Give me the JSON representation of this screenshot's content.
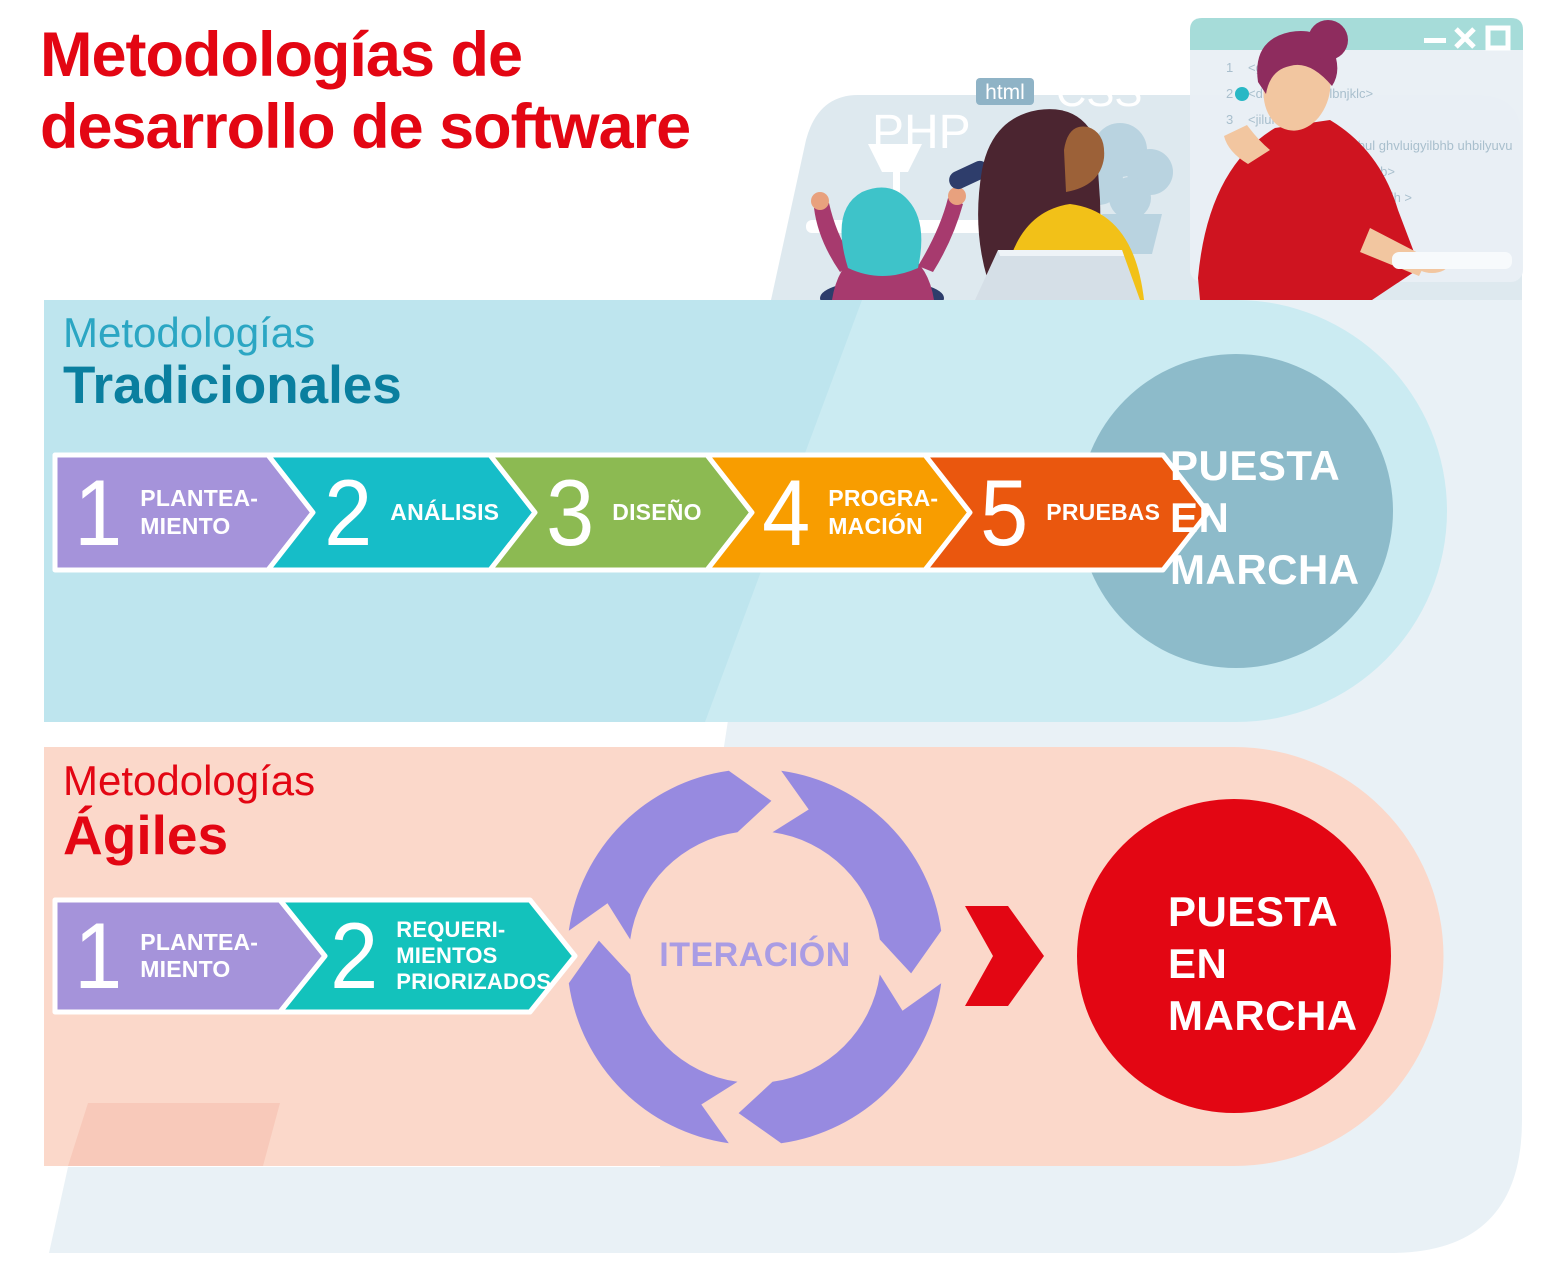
{
  "title": {
    "line1": "Metodologías de",
    "line2": "desarrollo de software"
  },
  "illustration": {
    "php_label": "PHP",
    "css_label": "CSS",
    "html_label": "html",
    "window": {
      "code_lines": [
        {
          "num": "1",
          "text": "<ghjk>"
        },
        {
          "num": "2",
          "text": "<dhjblgnolnbulbnjklc>"
        },
        {
          "num": "3",
          "text": "<jiluh>"
        },
        {
          "num": "",
          "text": "Shgljbjnjhn ihgubul ghvluigyilbhb uhbilyuvu"
        },
        {
          "num": "",
          "text": "<hnn vbluyg b>"
        },
        {
          "num": "",
          "text": "jn dfh h jt rjh >"
        }
      ]
    }
  },
  "traditional": {
    "header_line1": "Metodologías",
    "header_line2": "Tradicionales",
    "steps": [
      {
        "number": "1",
        "label_lines": [
          "PLANTEA-",
          "MIENTO"
        ],
        "color": "#a593da"
      },
      {
        "number": "2",
        "label_lines": [
          "ANÁLISIS"
        ],
        "color": "#16bdc8"
      },
      {
        "number": "3",
        "label_lines": [
          "DISEÑO"
        ],
        "color": "#8cba52"
      },
      {
        "number": "4",
        "label_lines": [
          "PROGRA-",
          "MACIÓN"
        ],
        "color": "#f89d00"
      },
      {
        "number": "5",
        "label_lines": [
          "PRUEBAS"
        ],
        "color": "#ea570e"
      }
    ],
    "result": {
      "line1": "PUESTA",
      "line2": "EN",
      "line3": "MARCHA",
      "color": "#8dbbca"
    }
  },
  "agile": {
    "header_line1": "Metodologías",
    "header_line2": "Ágiles",
    "steps": [
      {
        "number": "1",
        "label_lines": [
          "PLANTEA-",
          "MIENTO"
        ],
        "color": "#a593da"
      },
      {
        "number": "2",
        "label_lines": [
          "REQUERI-",
          "MIENTOS",
          "PRIORIZADOS"
        ],
        "color": "#13c2bc"
      }
    ],
    "iteration_label": "ITERACIÓN",
    "result": {
      "line1": "PUESTA",
      "line2": "EN",
      "line3": "MARCHA",
      "color": "#e30613"
    }
  },
  "colors": {
    "accent_red": "#e30613",
    "traditional_band": "#cbebf2",
    "traditional_band_dark": "#bee5ee",
    "agile_band": "#fbd8ca",
    "agile_band_dark": "#f8c9ba",
    "ribbon": "#e9f1f6",
    "illustration_panel": "#dee9ef",
    "iteration_purple": "#978ae0",
    "window_bar": "#a6dcd9"
  }
}
